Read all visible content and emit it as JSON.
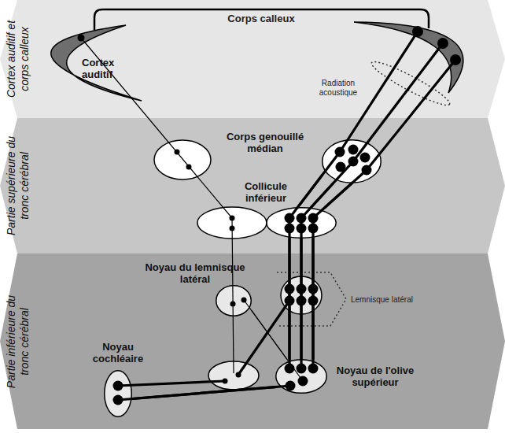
{
  "diagram": {
    "nodes": [
      {
        "text": [
          "Cortex auditif et corps calleux"
        ]
      },
      {
        "text": [
          "Cortex auditif"
        ],
        "in": 0
      },
      {
        "text": [
          "Partie supérieure du tronc cérébral"
        ]
      },
      {
        "text": [
          "Corps genouillé médian"
        ],
        "in": 2
      },
      {
        "text": [
          "Collicule inférieur"
        ],
        "in": 2
      },
      {
        "text": [
          "Partie inférieure du tronc cérébral"
        ]
      },
      {
        "text": [
          "Noyau du lemnisque latéral"
        ],
        "in": 5
      },
      {
        "text": [
          "Noyau cochléaire"
        ],
        "in": 5
      },
      {
        "text": [
          "Noyau de l'olive supérieur"
        ],
        "in": 5
      }
    ],
    "edges": [
      {
        "from": 7,
        "to": 8,
        "arrow": "none"
      },
      {
        "from": 8,
        "to": 4,
        "arrow": "none"
      },
      {
        "from": 4,
        "to": 3,
        "arrow": "none"
      },
      {
        "from": 6,
        "to": 8,
        "arrow": "none"
      }
    ],
    "labels": [
      "Corps calleux",
      "Radiation acoustique",
      "Lemnisque latéral"
    ]
  }
}
